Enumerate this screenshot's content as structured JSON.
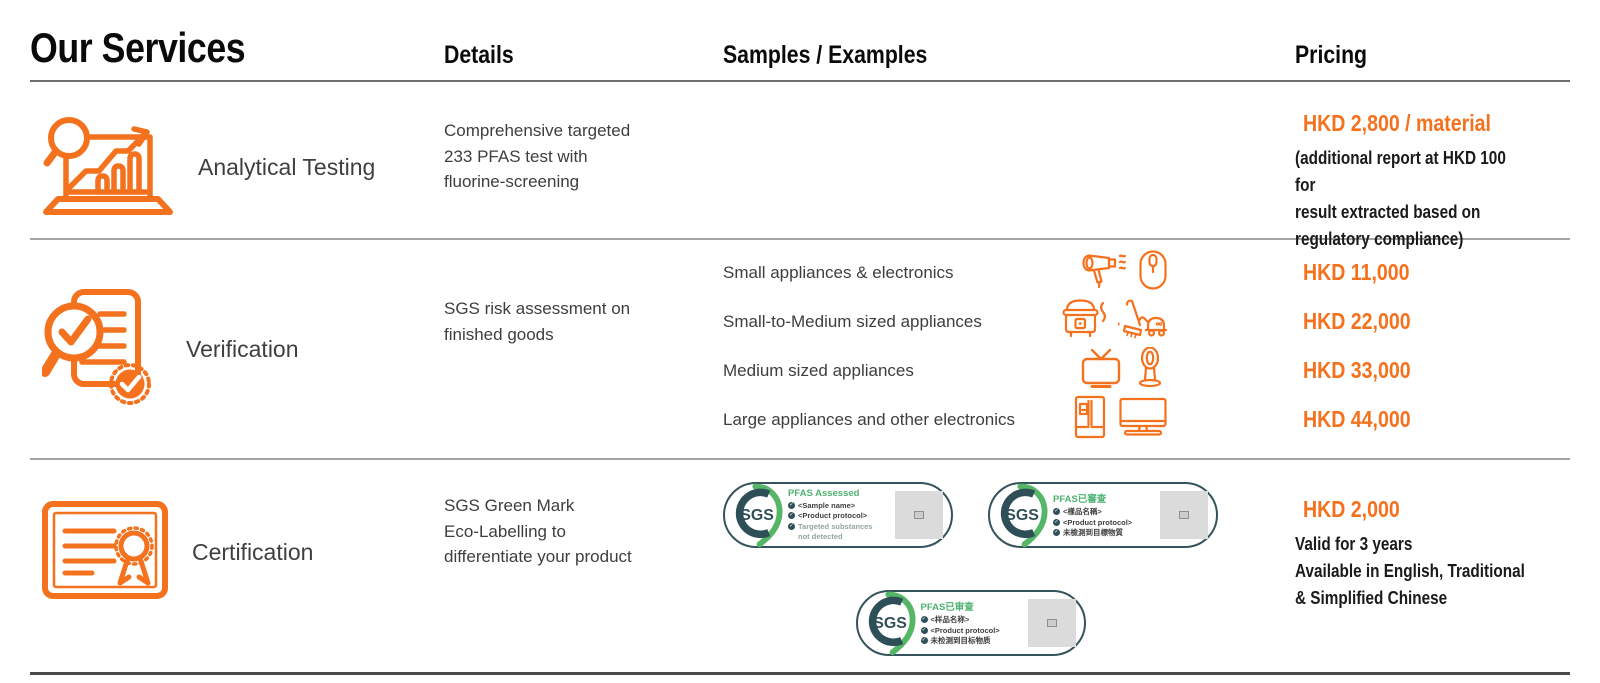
{
  "colors": {
    "orange": "#F4711D",
    "dark_text": "#3E3E3D",
    "teal": "#35535B",
    "green": "#4DB271",
    "leaf_green": "#56B667",
    "qr_gray": "#DBDBDB"
  },
  "icons": {
    "check": "✓"
  },
  "header": {
    "title": "Our Services",
    "col_details": "Details",
    "col_samples": "Samples / Examples",
    "col_pricing": "Pricing"
  },
  "rows": [
    {
      "service": "Analytical Testing",
      "details": "Comprehensive targeted\n233 PFAS test with\nfluorine-screening",
      "pricing_main": "HKD 2,800 / material",
      "pricing_note": "(additional report at HKD 100 for\nresult extracted based on\nregulatory compliance)"
    },
    {
      "service": "Verification",
      "details": "SGS risk assessment on\nfinished goods",
      "samples": [
        {
          "label": "Small appliances & electronics",
          "price": "HKD 11,000"
        },
        {
          "label": "Small-to-Medium sized appliances",
          "price": "HKD 22,000"
        },
        {
          "label": "Medium sized appliances",
          "price": "HKD 33,000"
        },
        {
          "label": "Large appliances and other electronics",
          "price": "HKD 44,000"
        }
      ]
    },
    {
      "service": "Certification",
      "details": "SGS Green Mark\nEco-Labelling to\ndifferentiate your product",
      "badges": [
        {
          "logo": "SGS",
          "title": "PFAS Assessed",
          "items": [
            "<Sample name>",
            "<Product protocol>",
            "Targeted substances\nnot detected"
          ]
        },
        {
          "logo": "SGS",
          "title": "PFAS已審查",
          "items": [
            "<樣品名稱>",
            "<Product protocol>",
            "未檢測到目標物質"
          ]
        },
        {
          "logo": "SGS",
          "title": "PFAS已审查",
          "items": [
            "<样品名称>",
            "<Product protocol>",
            "未检测到目标物质"
          ]
        }
      ],
      "pricing_main": "HKD 2,000",
      "pricing_note": "Valid for 3 years\nAvailable in English, Traditional\n& Simplified Chinese"
    }
  ]
}
